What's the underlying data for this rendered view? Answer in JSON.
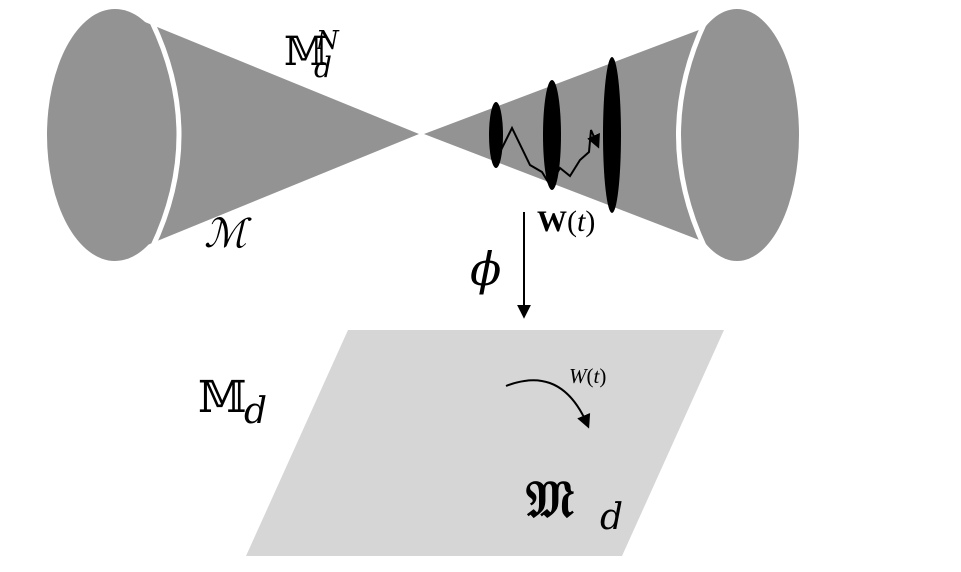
{
  "labels": {
    "top_manifold": {
      "main": "𝕄",
      "sub": "d",
      "sup": "N"
    },
    "cone_label": "ℳ",
    "wiener_process": {
      "bold": "W",
      "open": "(",
      "var": "t",
      "close": ")"
    },
    "map_label": "ϕ",
    "base_manifold": {
      "main": "𝕄",
      "sub": "d"
    },
    "base_path_label": {
      "main": "W",
      "open": "(",
      "var": "t",
      "close": ")"
    },
    "frak_label": {
      "main": "𝔐",
      "sub": "d"
    }
  },
  "colors": {
    "cone_fill": "#939393",
    "plane_fill": "#d6d6d6",
    "ellipse_fill": "#000000",
    "stroke": "#000000"
  }
}
